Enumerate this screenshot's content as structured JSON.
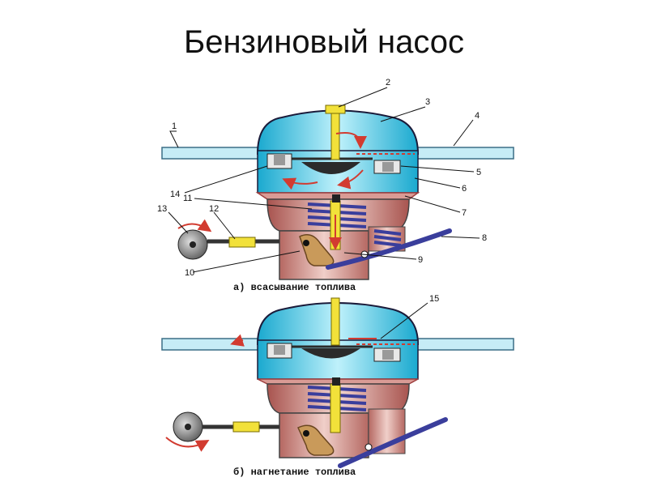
{
  "slide": {
    "title": "Бензиновый насос"
  },
  "diagram_top": {
    "caption": "а) всасывание топлива",
    "labels": [
      "1",
      "2",
      "3",
      "4",
      "5",
      "6",
      "7",
      "8",
      "9",
      "10",
      "11",
      "12",
      "13",
      "14"
    ]
  },
  "diagram_bottom": {
    "caption": "б) нагнетание топлива",
    "labels": [
      "15"
    ]
  },
  "colors": {
    "body_cyan": "#39c6e6",
    "body_light": "#bfeefa",
    "base_pink": "#d99b95",
    "base_shadow": "#a8544f",
    "shaft_yellow": "#f2e13a",
    "spring_blue": "#3a3e9c",
    "lever_brown": "#c99a5a",
    "arrow_red": "#d23b30",
    "pipe": "#c6ecf6"
  }
}
